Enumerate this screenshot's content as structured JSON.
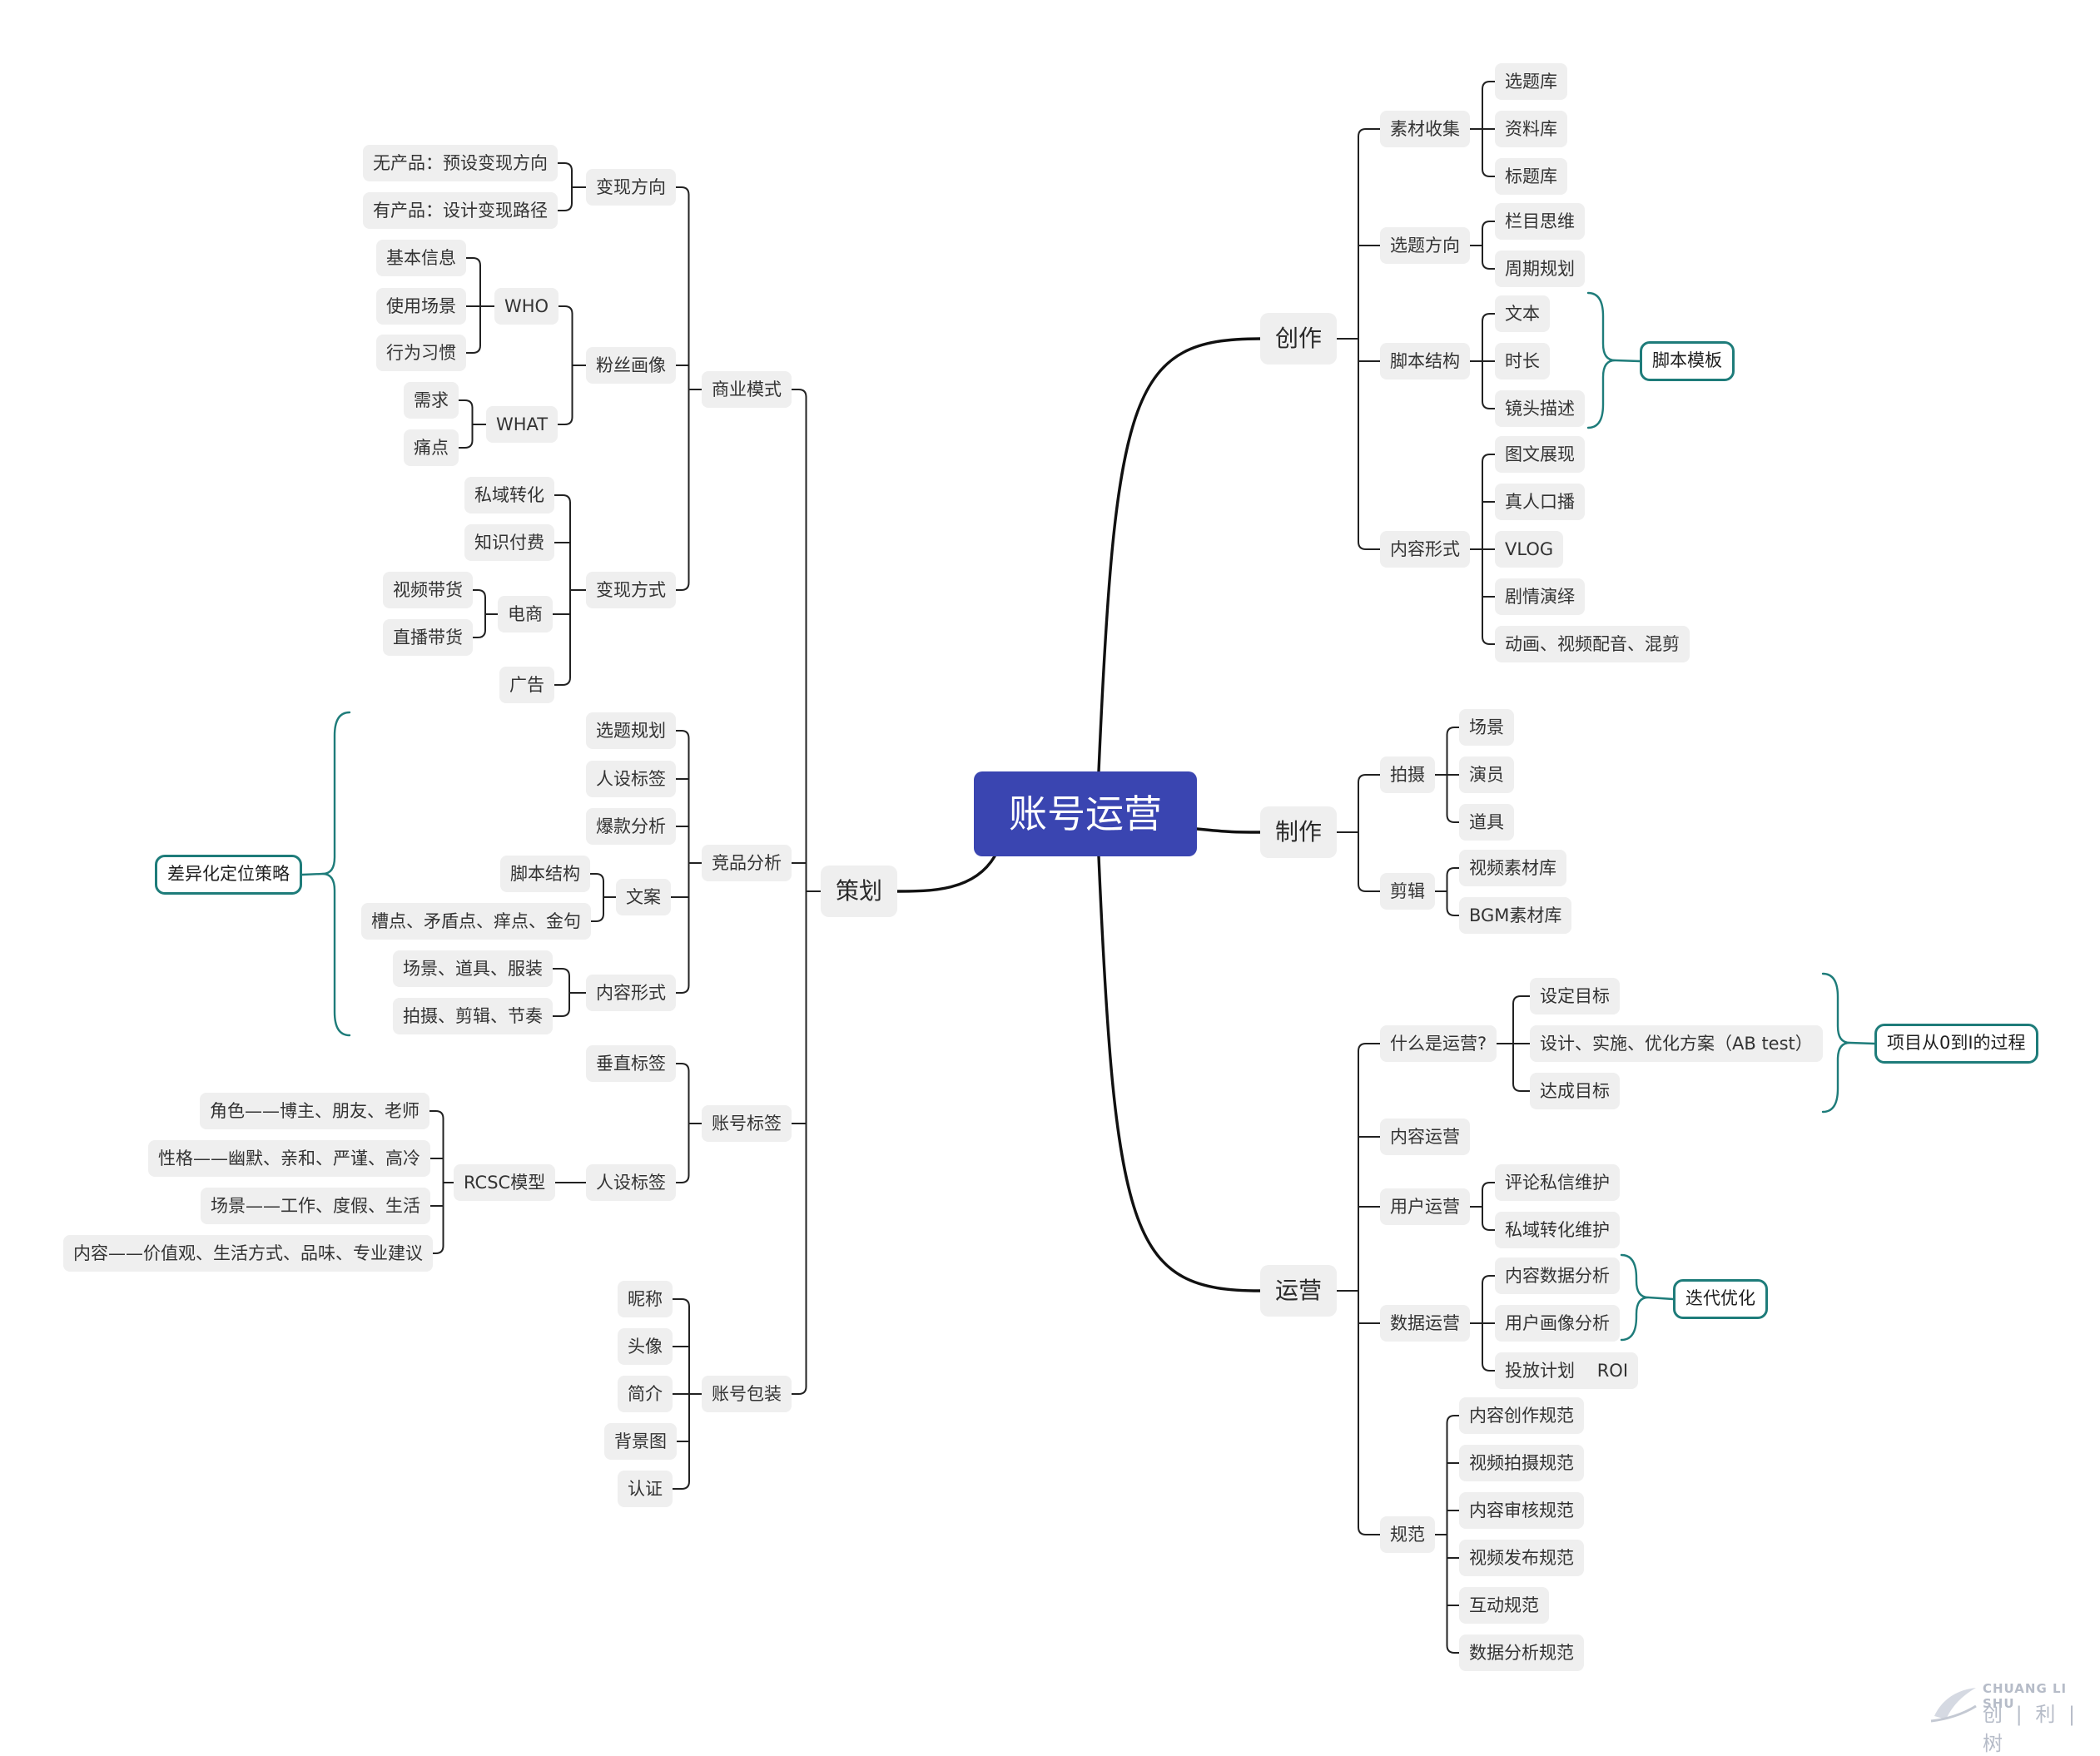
{
  "root": "账号运营",
  "branches": {
    "planning": {
      "label": "策划",
      "business_model": {
        "label": "商业模式",
        "monetize_direction": {
          "label": "变现方向",
          "items": [
            "无产品：预设变现方向",
            "有产品：设计变现路径"
          ]
        },
        "fan_portrait": {
          "label": "粉丝画像",
          "who": {
            "label": "WHO",
            "items": [
              "基本信息",
              "使用场景",
              "行为习惯"
            ]
          },
          "what": {
            "label": "WHAT",
            "items": [
              "需求",
              "痛点"
            ]
          }
        },
        "monetize_method": {
          "label": "变现方式",
          "items": [
            "私域转化",
            "知识付费",
            "广告"
          ],
          "ecommerce": {
            "label": "电商",
            "items": [
              "视频带货",
              "直播带货"
            ]
          }
        }
      },
      "competitor_analysis": {
        "label": "竞品分析",
        "topic_planning": "选题规划",
        "persona_tag": "人设标签",
        "hit_analysis": "爆款分析",
        "copy": {
          "label": "文案",
          "items": [
            "脚本结构",
            "槽点、矛盾点、痒点、金句"
          ]
        },
        "content_form": {
          "label": "内容形式",
          "items": [
            "场景、道具、服装",
            "拍摄、剪辑、节奏"
          ]
        },
        "summary": "差异化定位策略"
      },
      "account_tags": {
        "label": "账号标签",
        "vertical": "垂直标签",
        "persona": {
          "label": "人设标签",
          "rcsc": {
            "label": "RCSC模型",
            "items": [
              "角色——博主、朋友、老师",
              "性格——幽默、亲和、严谨、高冷",
              "场景——工作、度假、生活",
              "内容——价值观、生活方式、品味、专业建议"
            ]
          }
        }
      },
      "account_package": {
        "label": "账号包装",
        "items": [
          "昵称",
          "头像",
          "简介",
          "背景图",
          "认证"
        ]
      }
    },
    "creation": {
      "label": "创作",
      "material": {
        "label": "素材收集",
        "items": [
          "选题库",
          "资料库",
          "标题库"
        ]
      },
      "topic_direction": {
        "label": "选题方向",
        "items": [
          "栏目思维",
          "周期规划"
        ]
      },
      "script": {
        "label": "脚本结构",
        "items": [
          "文本",
          "时长",
          "镜头描述"
        ],
        "summary": "脚本模板"
      },
      "content_form": {
        "label": "内容形式",
        "items": [
          "图文展现",
          "真人口播",
          "VLOG",
          "剧情演绎",
          "动画、视频配音、混剪"
        ]
      }
    },
    "production": {
      "label": "制作",
      "shooting": {
        "label": "拍摄",
        "items": [
          "场景",
          "演员",
          "道具"
        ]
      },
      "editing": {
        "label": "剪辑",
        "items": [
          "视频素材库",
          "BGM素材库"
        ]
      }
    },
    "operation": {
      "label": "运营",
      "what_is": {
        "label": "什么是运营?",
        "items": [
          "设定目标",
          "设计、实施、优化方案（AB test）",
          "达成目标"
        ],
        "summary": "项目从0到I的过程"
      },
      "content_ops": "内容运营",
      "user_ops": {
        "label": "用户运营",
        "items": [
          "评论私信维护",
          "私域转化维护"
        ]
      },
      "data_ops": {
        "label": "数据运营",
        "items": [
          "内容数据分析",
          "用户画像分析",
          "投放计划    ROI"
        ],
        "summary": "迭代优化"
      },
      "norms": {
        "label": "规范",
        "items": [
          "内容创作规范",
          "视频拍摄规范",
          "内容审核规范",
          "视频发布规范",
          "互动规范",
          "数据分析规范"
        ]
      }
    }
  },
  "watermark": {
    "latin": "CHUANG LI SHU",
    "cjk": "创 | 利 | 树"
  },
  "colors": {
    "root_fill": "#3a45b1",
    "node_fill": "#efefef",
    "summary_border": "#1e7c7a",
    "line": "#111111"
  }
}
